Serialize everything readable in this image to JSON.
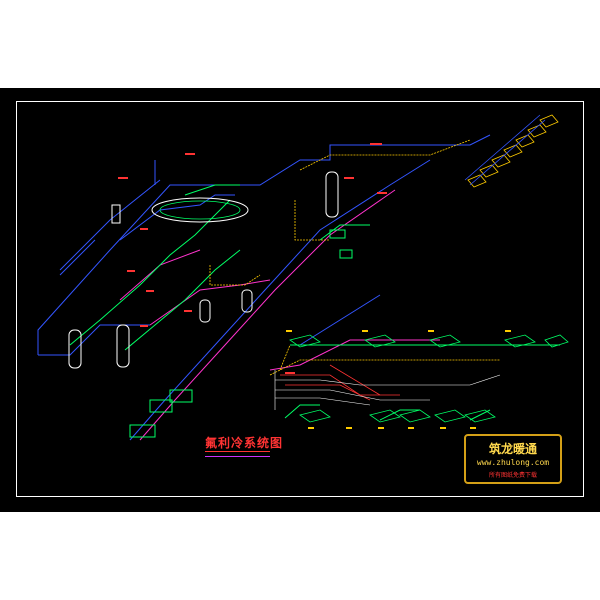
{
  "drawing": {
    "title": "氟利冷系统图",
    "background": "#000000",
    "colors": {
      "supply": "#3355ff",
      "return": "#ff33cc",
      "condensate": "#00ff66",
      "gas": "#ffcc00",
      "refrigerant": "#ff3333",
      "equipment": "#ffffff"
    }
  },
  "logo": {
    "name": "筑龙暖通",
    "url": "www.zhulong.com",
    "subtitle": "所有图纸免费下载"
  }
}
